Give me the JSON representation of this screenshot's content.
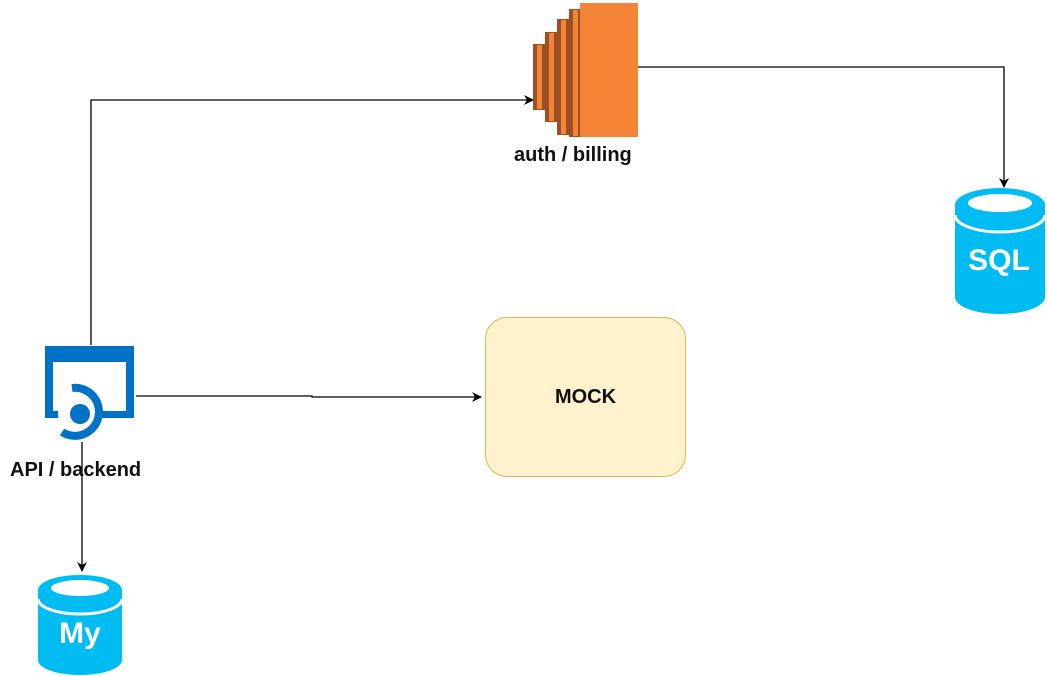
{
  "nodes": {
    "auth": {
      "label": "auth / billing",
      "icon": "aws-compute-instances-icon"
    },
    "sql": {
      "label": "SQL",
      "icon": "sql-database-icon"
    },
    "api": {
      "label": "API / backend",
      "icon": "api-app-service-icon"
    },
    "mock": {
      "label": "MOCK"
    },
    "mysql": {
      "label": "My",
      "icon": "mysql-database-icon"
    }
  },
  "colors": {
    "aws_orange": "#f58536",
    "aws_dark": "#9d5025",
    "db_blue": "#00bcf2",
    "api_blue": "#0072c6",
    "mock_fill": "#fff2cc",
    "mock_stroke": "#d6b656",
    "edge": "#000000"
  }
}
